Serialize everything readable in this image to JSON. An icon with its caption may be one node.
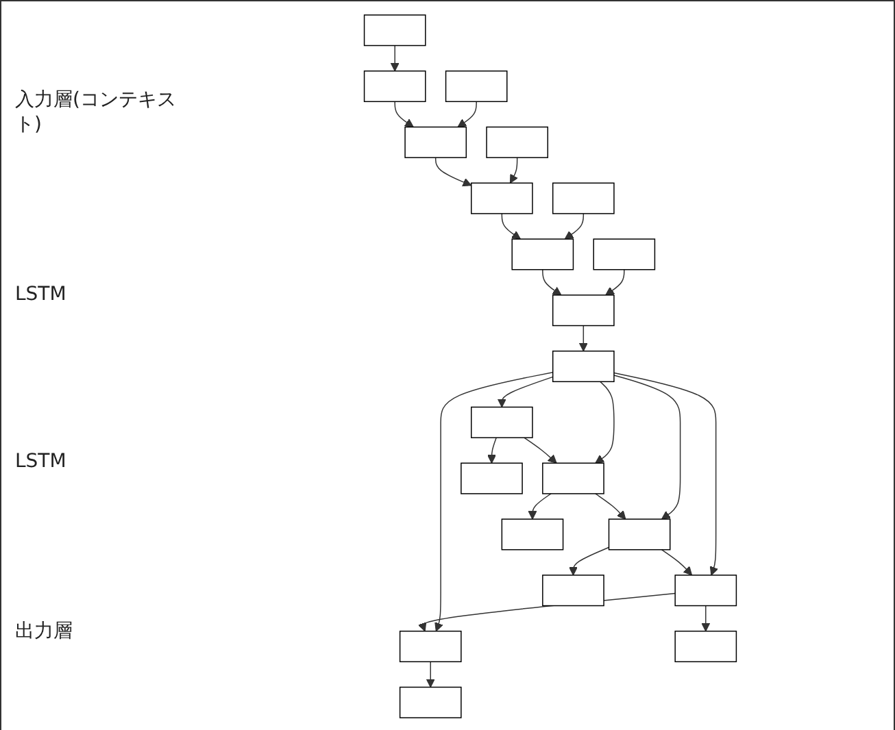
{
  "diagram": {
    "nodes": [
      {
        "text": [],
        "shape": "box"
      },
      {
        "text": [],
        "shape": "box"
      },
      {
        "text": [],
        "shape": "box"
      },
      {
        "text": [],
        "shape": "box"
      },
      {
        "text": [],
        "shape": "box"
      },
      {
        "text": [],
        "shape": "box"
      },
      {
        "text": [],
        "shape": "box"
      },
      {
        "text": [],
        "shape": "box"
      },
      {
        "text": [],
        "shape": "box"
      },
      {
        "text": [],
        "shape": "box"
      },
      {
        "text": [],
        "shape": "box"
      },
      {
        "text": [],
        "shape": "box"
      },
      {
        "text": [],
        "shape": "box"
      },
      {
        "text": [],
        "shape": "box"
      },
      {
        "text": [],
        "shape": "box"
      },
      {
        "text": [],
        "shape": "box"
      },
      {
        "text": [],
        "shape": "box"
      },
      {
        "text": [],
        "shape": "box"
      },
      {
        "text": [],
        "shape": "box"
      },
      {
        "text": [],
        "shape": "box"
      },
      {
        "text": [],
        "shape": "box"
      }
    ],
    "edges": [
      {
        "from": 0,
        "to": 5,
        "arrow": "to"
      },
      {
        "from": 1,
        "to": 6,
        "arrow": "to"
      },
      {
        "from": 2,
        "to": 7,
        "arrow": "to"
      },
      {
        "from": 3,
        "to": 8,
        "arrow": "to"
      },
      {
        "from": 4,
        "to": 9,
        "arrow": "to"
      },
      {
        "from": 5,
        "to": 6,
        "arrow": "to"
      },
      {
        "from": 6,
        "to": 7,
        "arrow": "to"
      },
      {
        "from": 7,
        "to": 8,
        "arrow": "to"
      },
      {
        "from": 8,
        "to": 9,
        "arrow": "to"
      },
      {
        "from": 9,
        "to": 10,
        "arrow": "to"
      },
      {
        "from": 10,
        "to": 11,
        "arrow": "to"
      },
      {
        "from": 10,
        "to": 12,
        "arrow": "to"
      },
      {
        "from": 10,
        "to": 13,
        "arrow": "to"
      },
      {
        "from": 10,
        "to": 14,
        "arrow": "to"
      },
      {
        "from": 10,
        "to": 15,
        "arrow": "to"
      },
      {
        "from": 11,
        "to": 12,
        "arrow": "to"
      },
      {
        "from": 12,
        "to": 13,
        "arrow": "to"
      },
      {
        "from": 13,
        "to": 14,
        "arrow": "to"
      },
      {
        "from": 14,
        "to": 15,
        "arrow": "to"
      },
      {
        "from": 11,
        "to": 16,
        "arrow": "to"
      },
      {
        "from": 12,
        "to": 17,
        "arrow": "to"
      },
      {
        "from": 13,
        "to": 18,
        "arrow": "to"
      },
      {
        "from": 14,
        "to": 19,
        "arrow": "to"
      },
      {
        "from": 15,
        "to": 20,
        "arrow": "to"
      }
    ],
    "labels": [
      "入力層(コンテキスト)",
      "LSTM",
      "LSTM",
      "出力層"
    ]
  }
}
